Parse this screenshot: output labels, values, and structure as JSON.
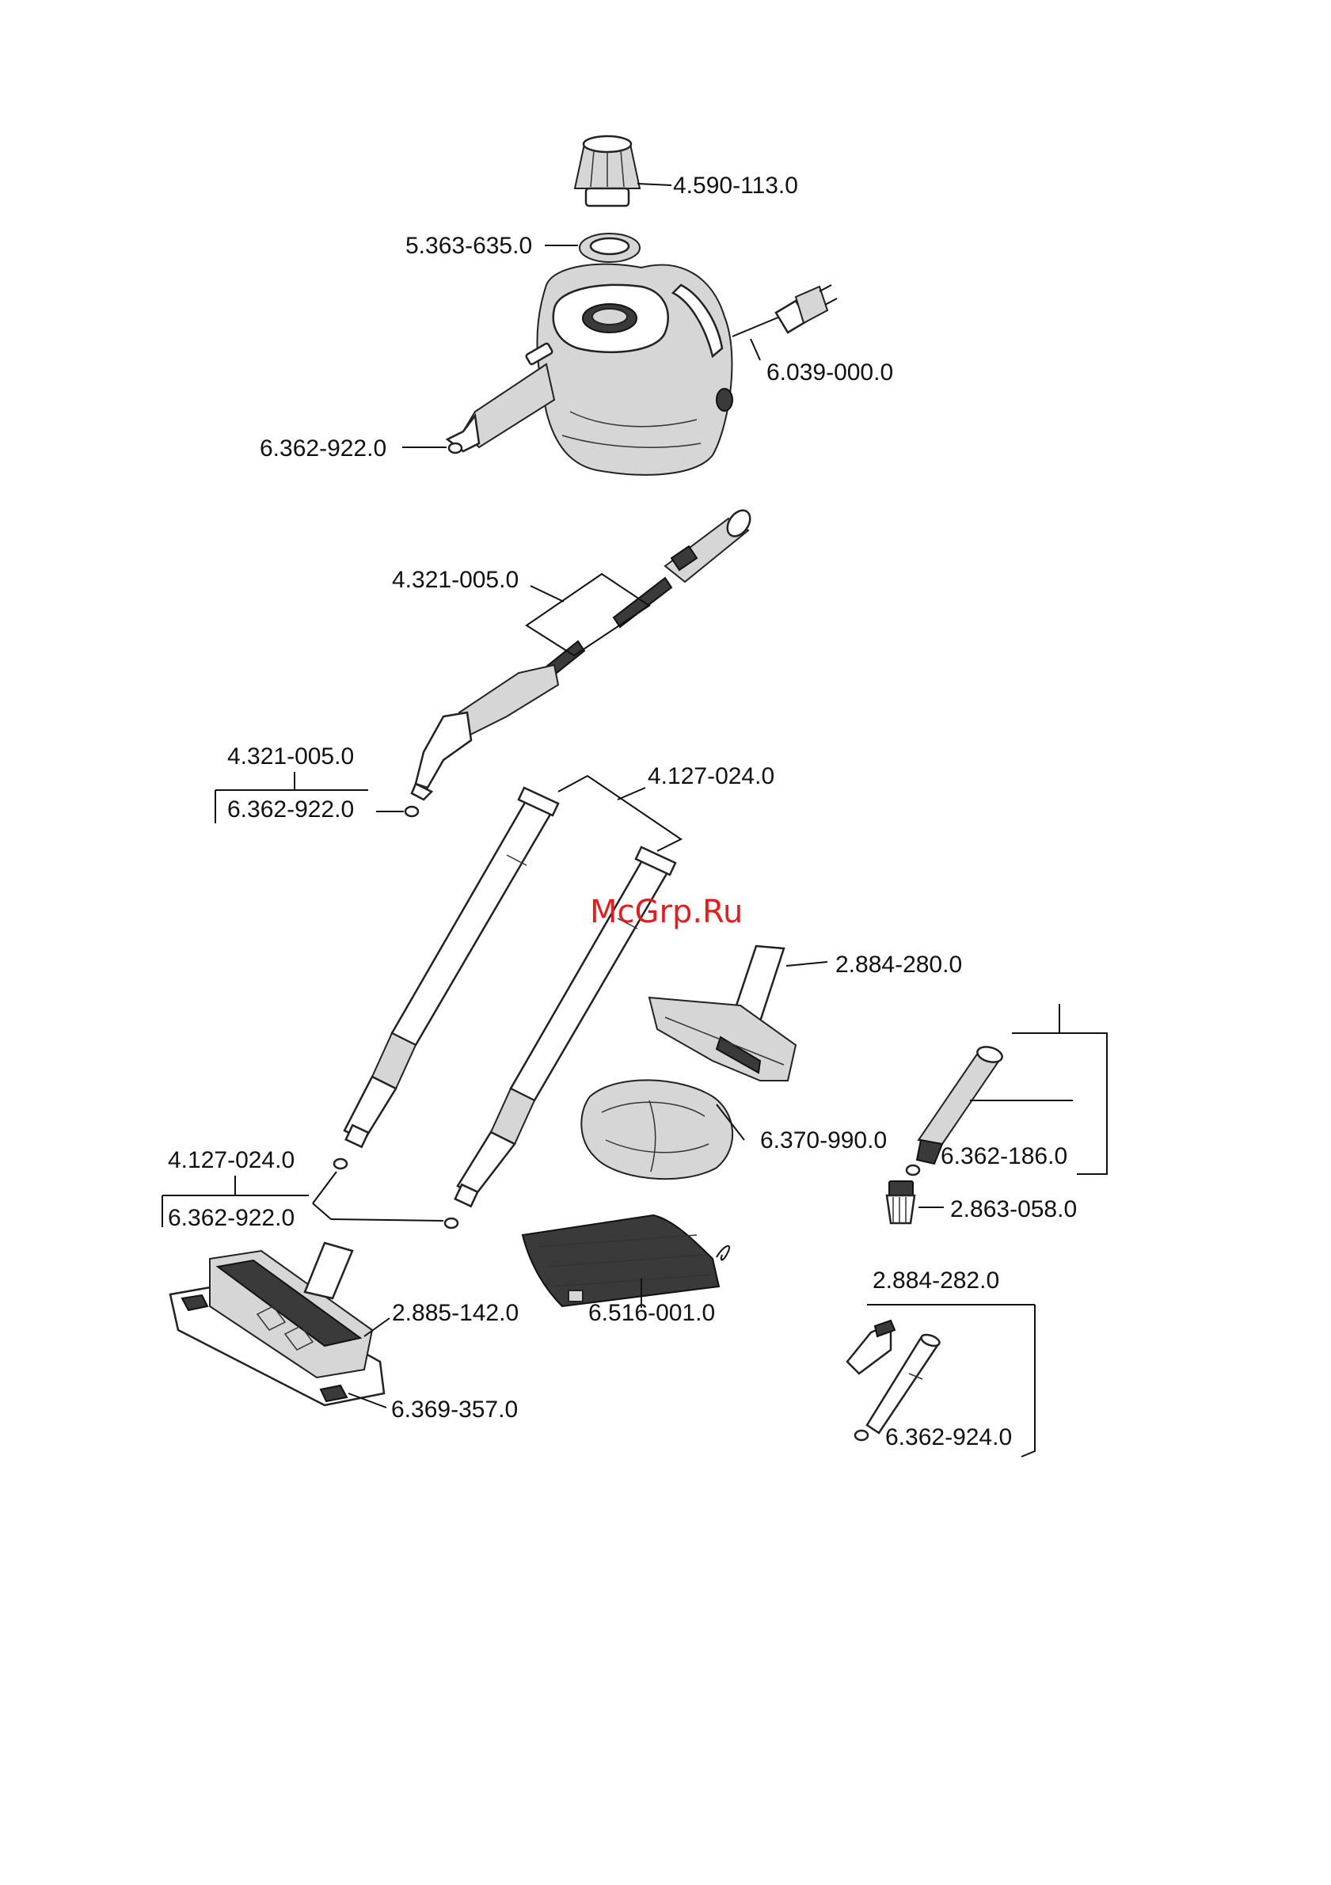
{
  "watermark": "McGrp.Ru",
  "parts": {
    "cap": "4.590-113.0",
    "seal": "5.363-635.0",
    "cord": "6.039-000.0",
    "oring_body": "6.362-922.0",
    "handle_top": "4.321-005.0",
    "handle_group": "4.321-005.0",
    "handle_oring": "6.362-922.0",
    "tubes_top": "4.127-024.0",
    "hand_nozzle": "2.884-280.0",
    "cover": "6.370-990.0",
    "detail_oring": "6.362-186.0",
    "brush": "2.863-058.0",
    "tubes_group": "4.127-024.0",
    "tubes_oring": "6.362-922.0",
    "floor_nozzle": "2.885-142.0",
    "bag": "6.516-001.0",
    "cloth": "6.369-357.0",
    "nozzle_set": "2.884-282.0",
    "nozzle_oring": "6.362-924.0"
  }
}
